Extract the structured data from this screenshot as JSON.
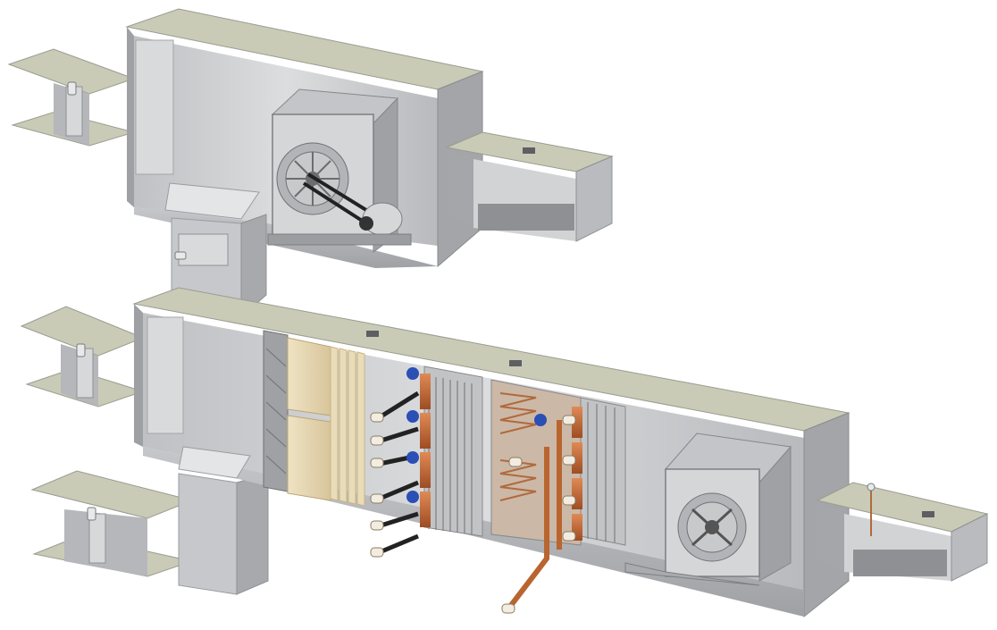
{
  "figure": {
    "background": "#ffffff",
    "colors": {
      "casing_top": "#c9cbb7",
      "casing_side": "#a6a8aa",
      "casing_inner": "#d2d3d5",
      "casing_dark": "#8b8d90",
      "filter_media": "#e6d7b3",
      "coil_copper": "#c06a3a",
      "valve_blue": "#2a4fb5",
      "fan_housing": "#b3b5b8",
      "belt": "#222222"
    },
    "components": {
      "ducts": [
        "upper-left-inlet-duct",
        "middle-left-inlet-duct",
        "lower-left-inlet-duct",
        "upper-outlet-duct",
        "lower-outlet-duct",
        "vertical-connecting-duct"
      ],
      "sections": [
        "return-fan-section",
        "mixing-box",
        "prefilter",
        "bag-filter",
        "heating-coil",
        "cooling-coil",
        "supply-fan-section"
      ],
      "icons": [
        "damper-actuator-icon",
        "sensor-icon",
        "control-valve-icon",
        "motor-icon"
      ]
    }
  }
}
